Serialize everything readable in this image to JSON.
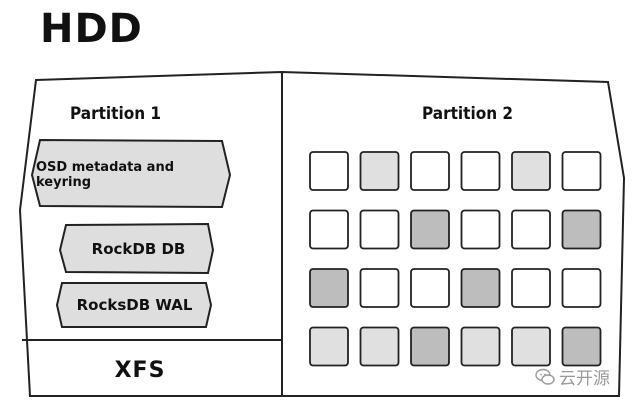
{
  "title": "HDD",
  "partition1": {
    "label": "Partition 1",
    "blocks": [
      "OSD metadata and keyring",
      "RockDB DB",
      "RocksDB WAL"
    ],
    "filesystem": "XFS"
  },
  "partition2": {
    "label": "Partition 2",
    "grid_rows": 4,
    "grid_cols": 6,
    "cells": [
      [
        "white",
        "light",
        "white",
        "white",
        "light",
        "white"
      ],
      [
        "white",
        "white",
        "dark",
        "white",
        "white",
        "dark"
      ],
      [
        "dark",
        "white",
        "white",
        "dark",
        "white",
        "white"
      ],
      [
        "light",
        "light",
        "dark",
        "light",
        "light",
        "dark"
      ]
    ]
  },
  "colors": {
    "white": "#ffffff",
    "light": "#e0e0e0",
    "dark": "#bdbdbd",
    "block_fill": "#dedede",
    "stroke": "#222222"
  },
  "watermark": {
    "icon": "wechat-icon",
    "text": "云开源"
  }
}
